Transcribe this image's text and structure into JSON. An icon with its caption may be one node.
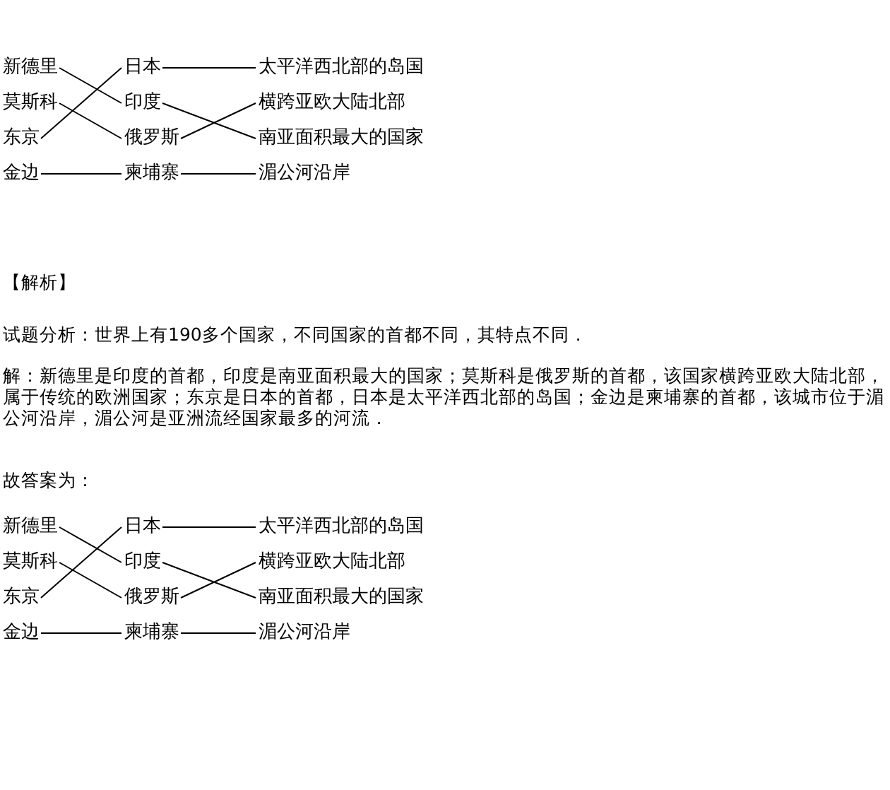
{
  "diagram": {
    "nodes": [
      {
        "text": [
          "新德里"
        ]
      },
      {
        "text": [
          "日本"
        ]
      },
      {
        "text": [
          "太平洋西北部的岛国"
        ]
      },
      {
        "text": [
          "莫斯科"
        ]
      },
      {
        "text": [
          "印度"
        ]
      },
      {
        "text": [
          "横跨亚欧大陆北部"
        ]
      },
      {
        "text": [
          "东京"
        ]
      },
      {
        "text": [
          "俄罗斯"
        ]
      },
      {
        "text": [
          "南亚面积最大的国家"
        ]
      },
      {
        "text": [
          "金边"
        ]
      },
      {
        "text": [
          "柬埔寨"
        ]
      },
      {
        "text": [
          "湄公河沿岸"
        ]
      },
      {
        "text": [
          "新德里"
        ]
      },
      {
        "text": [
          "日本"
        ]
      },
      {
        "text": [
          "太平洋西北部的岛国"
        ]
      },
      {
        "text": [
          "莫斯科"
        ]
      },
      {
        "text": [
          "印度"
        ]
      },
      {
        "text": [
          "横跨亚欧大陆北部"
        ]
      },
      {
        "text": [
          "东京"
        ]
      },
      {
        "text": [
          "俄罗斯"
        ]
      },
      {
        "text": [
          "南亚面积最大的国家"
        ]
      },
      {
        "text": [
          "金边"
        ]
      },
      {
        "text": [
          "柬埔寨"
        ]
      },
      {
        "text": [
          "湄公河沿岸"
        ]
      }
    ],
    "edges": [
      {
        "from": 0,
        "to": 4,
        "arrow": "none"
      },
      {
        "from": 3,
        "to": 7,
        "arrow": "none"
      },
      {
        "from": 6,
        "to": 1,
        "arrow": "none"
      },
      {
        "from": 9,
        "to": 10,
        "arrow": "none"
      },
      {
        "from": 1,
        "to": 2,
        "arrow": "none"
      },
      {
        "from": 4,
        "to": 8,
        "arrow": "none"
      },
      {
        "from": 7,
        "to": 5,
        "arrow": "none"
      },
      {
        "from": 10,
        "to": 11,
        "arrow": "none"
      },
      {
        "from": 12,
        "to": 16,
        "arrow": "none"
      },
      {
        "from": 15,
        "to": 19,
        "arrow": "none"
      },
      {
        "from": 18,
        "to": 13,
        "arrow": "none"
      },
      {
        "from": 21,
        "to": 22,
        "arrow": "none"
      },
      {
        "from": 13,
        "to": 14,
        "arrow": "none"
      },
      {
        "from": 16,
        "to": 20,
        "arrow": "none"
      },
      {
        "from": 19,
        "to": 17,
        "arrow": "none"
      },
      {
        "from": 22,
        "to": 23,
        "arrow": "none"
      }
    ],
    "labels": [
      "【解析】",
      "试题分析：世界上有190多个国家，不同国家的首都不同，其特点不同．",
      "解：新德里是印度的首都，印度是南亚面积最大的国家；莫斯科是俄罗斯的首都，该国家横跨亚欧大陆北部，属于传统的欧洲国家；东京是日本的首都，日本是太平洋西北部的岛国；金边是柬埔寨的首都，该城市位于湄公河沿岸，湄公河是亚洲流经国家最多的河流．",
      "故答案为："
    ]
  }
}
